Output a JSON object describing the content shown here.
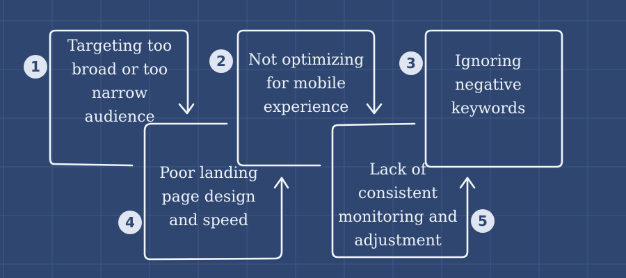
{
  "diagram": {
    "colors": {
      "background": "#2f4770",
      "grid": "#3f5a86",
      "stroke": "#f2f5fa",
      "text": "#eef2f8",
      "badge_fill": "#dfe6f1",
      "badge_text": "#2f4770"
    },
    "steps": [
      {
        "number": "1",
        "text": "Targeting too\nbroad or too\nnarrow\naudience"
      },
      {
        "number": "2",
        "text": "Not optimizing\nfor mobile\nexperience"
      },
      {
        "number": "3",
        "text": "Ignoring\nnegative\nkeywords"
      },
      {
        "number": "4",
        "text": "Poor landing\npage design\nand speed"
      },
      {
        "number": "5",
        "text": "Lack of\nconsistent\nmonitoring and\nadjustment"
      }
    ]
  }
}
